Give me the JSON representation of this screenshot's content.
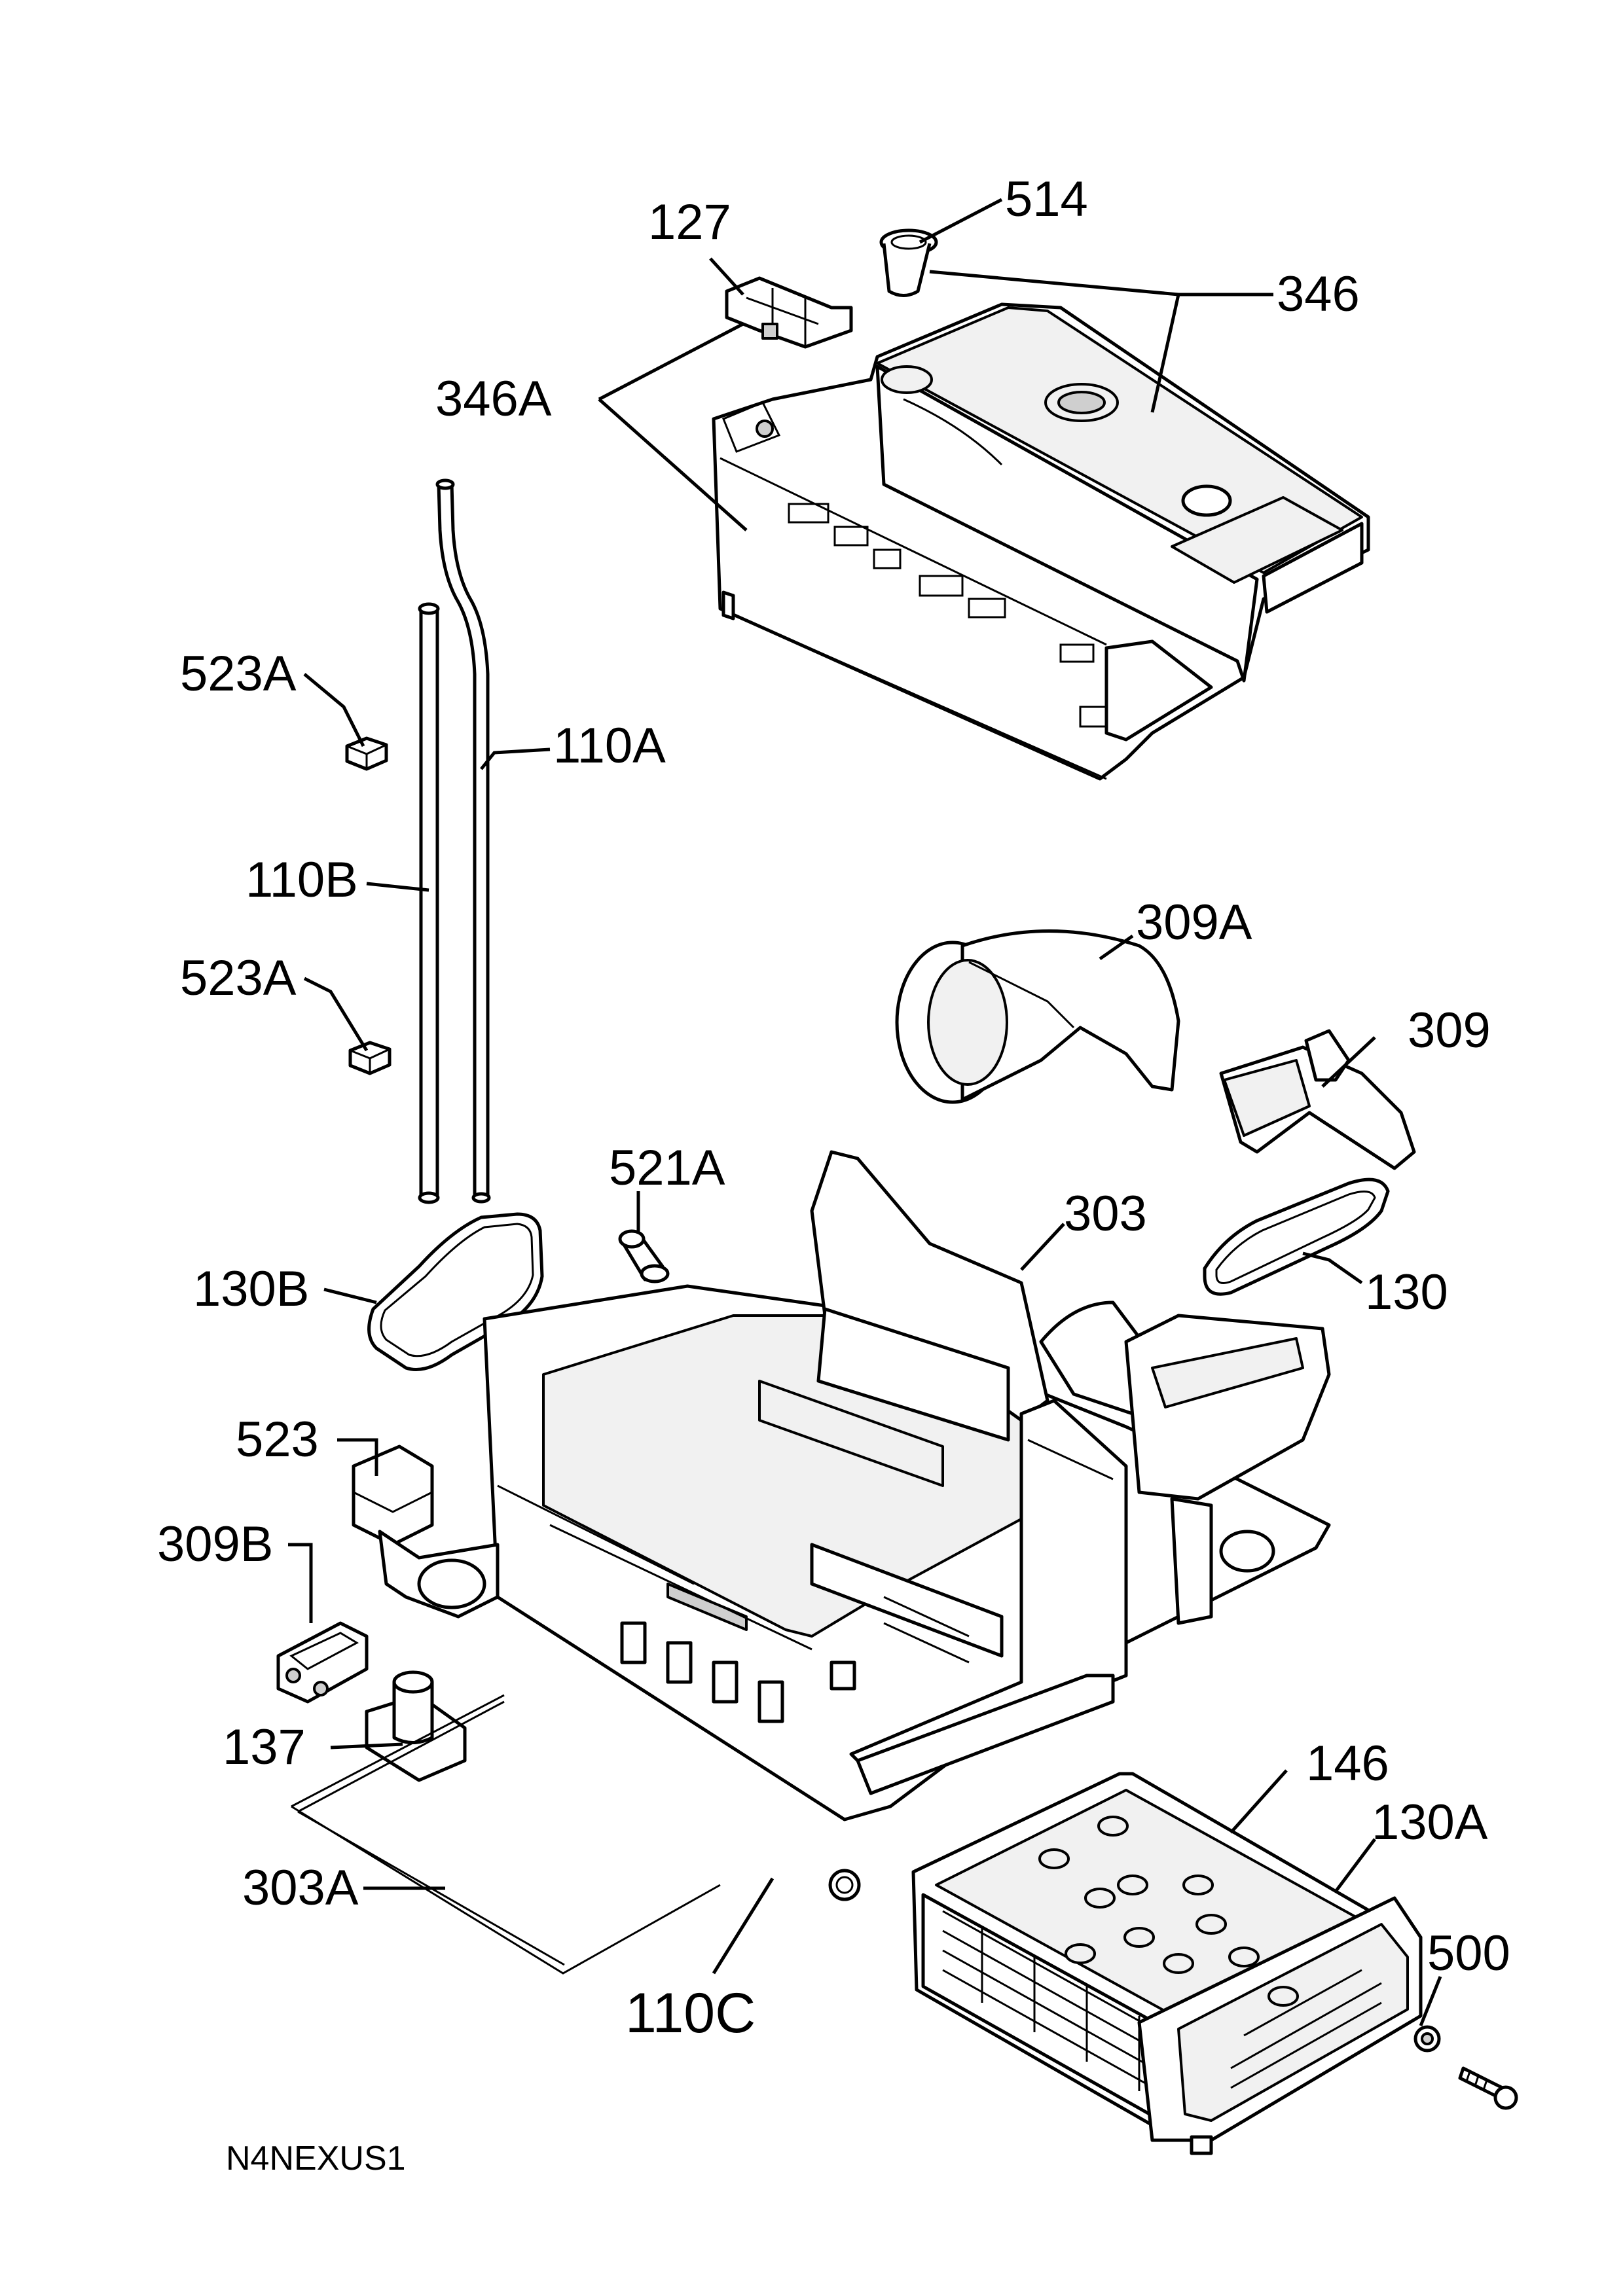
{
  "diagram": {
    "labels": {
      "p514": "514",
      "p127": "127",
      "p346": "346",
      "p346A": "346A",
      "p523A_top": "523A",
      "p110A": "110A",
      "p110B": "110B",
      "p523A_bottom": "523A",
      "p309A": "309A",
      "p309": "309",
      "p521A": "521A",
      "p303": "303",
      "p130B": "130B",
      "p130": "130",
      "p523": "523",
      "p309B": "309B",
      "p137": "137",
      "p146": "146",
      "p130A": "130A",
      "p303A": "303A",
      "p500": "500",
      "p110C": "110C"
    },
    "drawing_code": "N4NEXUS1"
  }
}
